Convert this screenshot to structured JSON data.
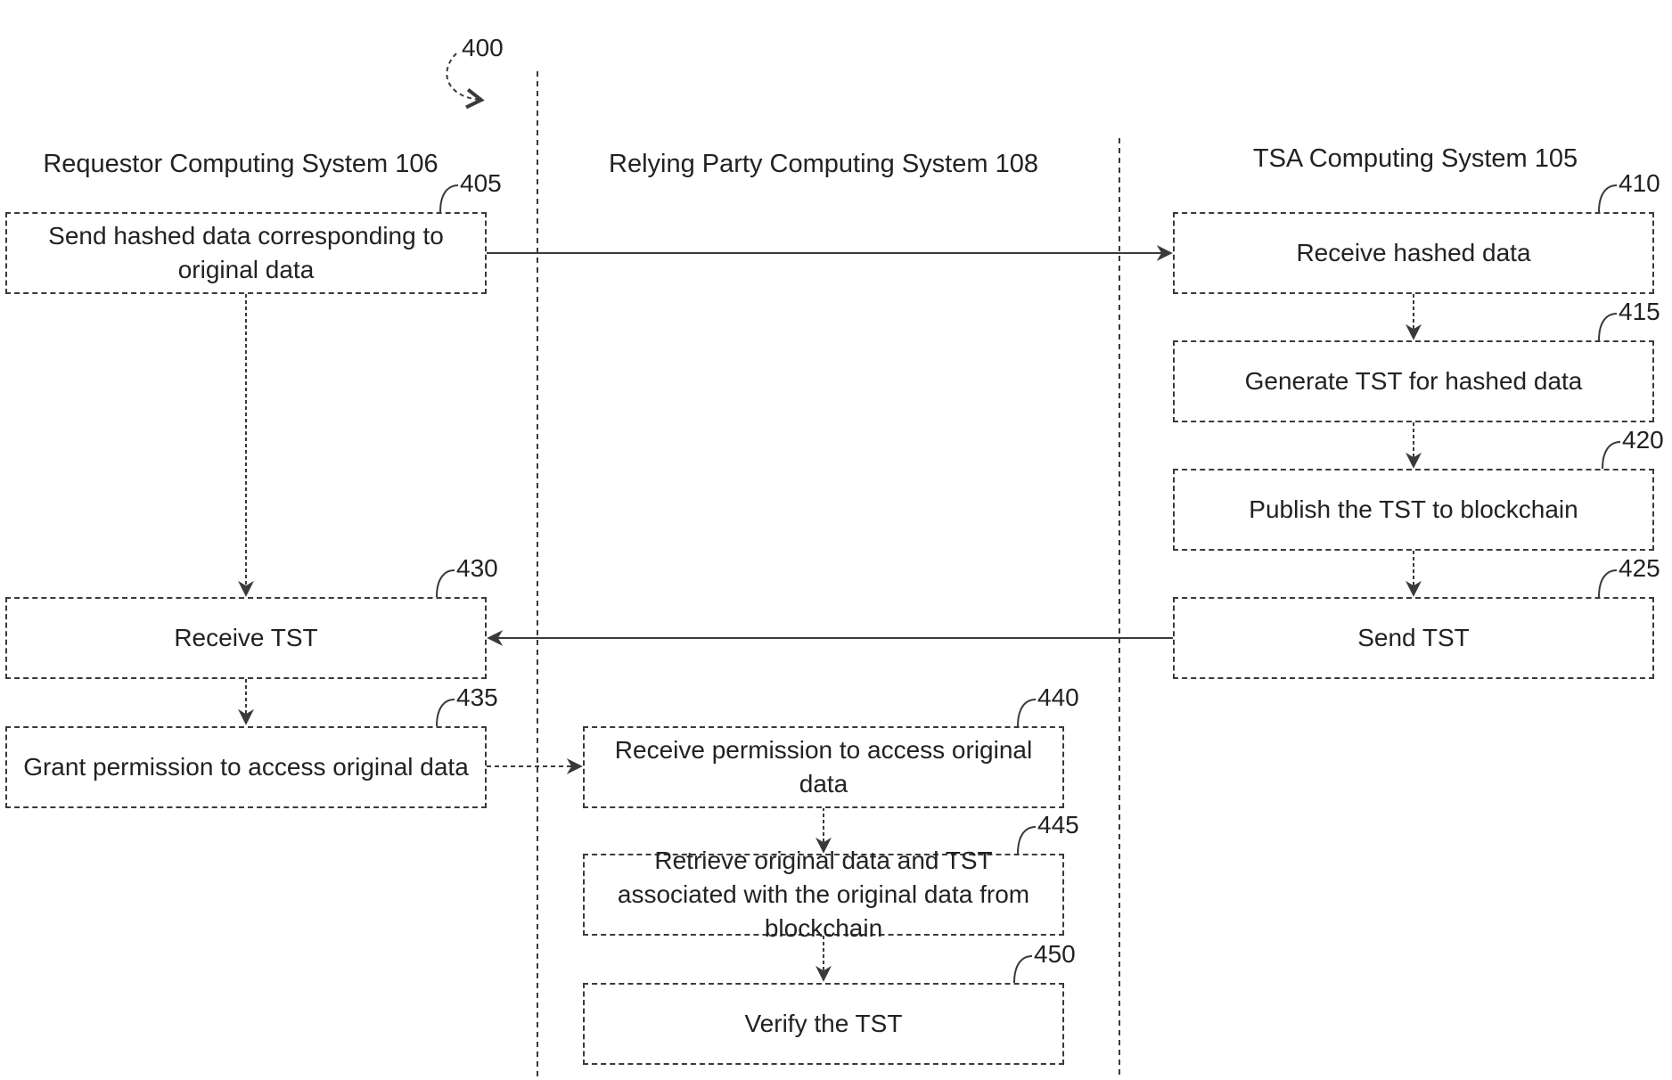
{
  "figure_number": "400",
  "colors": {
    "line": "#3a3a3a",
    "text": "#222222",
    "background": "#ffffff"
  },
  "lanes": [
    {
      "title": "Requestor Computing System 106"
    },
    {
      "title": "Relying Party Computing System 108"
    },
    {
      "title": "TSA Computing System 105"
    }
  ],
  "steps": [
    {
      "ref": "405",
      "text": "Send hashed data corresponding to original data"
    },
    {
      "ref": "410",
      "text": "Receive hashed data"
    },
    {
      "ref": "415",
      "text": "Generate TST for hashed data"
    },
    {
      "ref": "420",
      "text": "Publish the TST to blockchain"
    },
    {
      "ref": "425",
      "text": "Send TST"
    },
    {
      "ref": "430",
      "text": "Receive TST"
    },
    {
      "ref": "435",
      "text": "Grant permission to access original data"
    },
    {
      "ref": "440",
      "text": "Receive permission to access original data"
    },
    {
      "ref": "445",
      "text": "Retrieve original data and TST associated with the original data from blockchain"
    },
    {
      "ref": "450",
      "text": "Verify the TST"
    }
  ]
}
